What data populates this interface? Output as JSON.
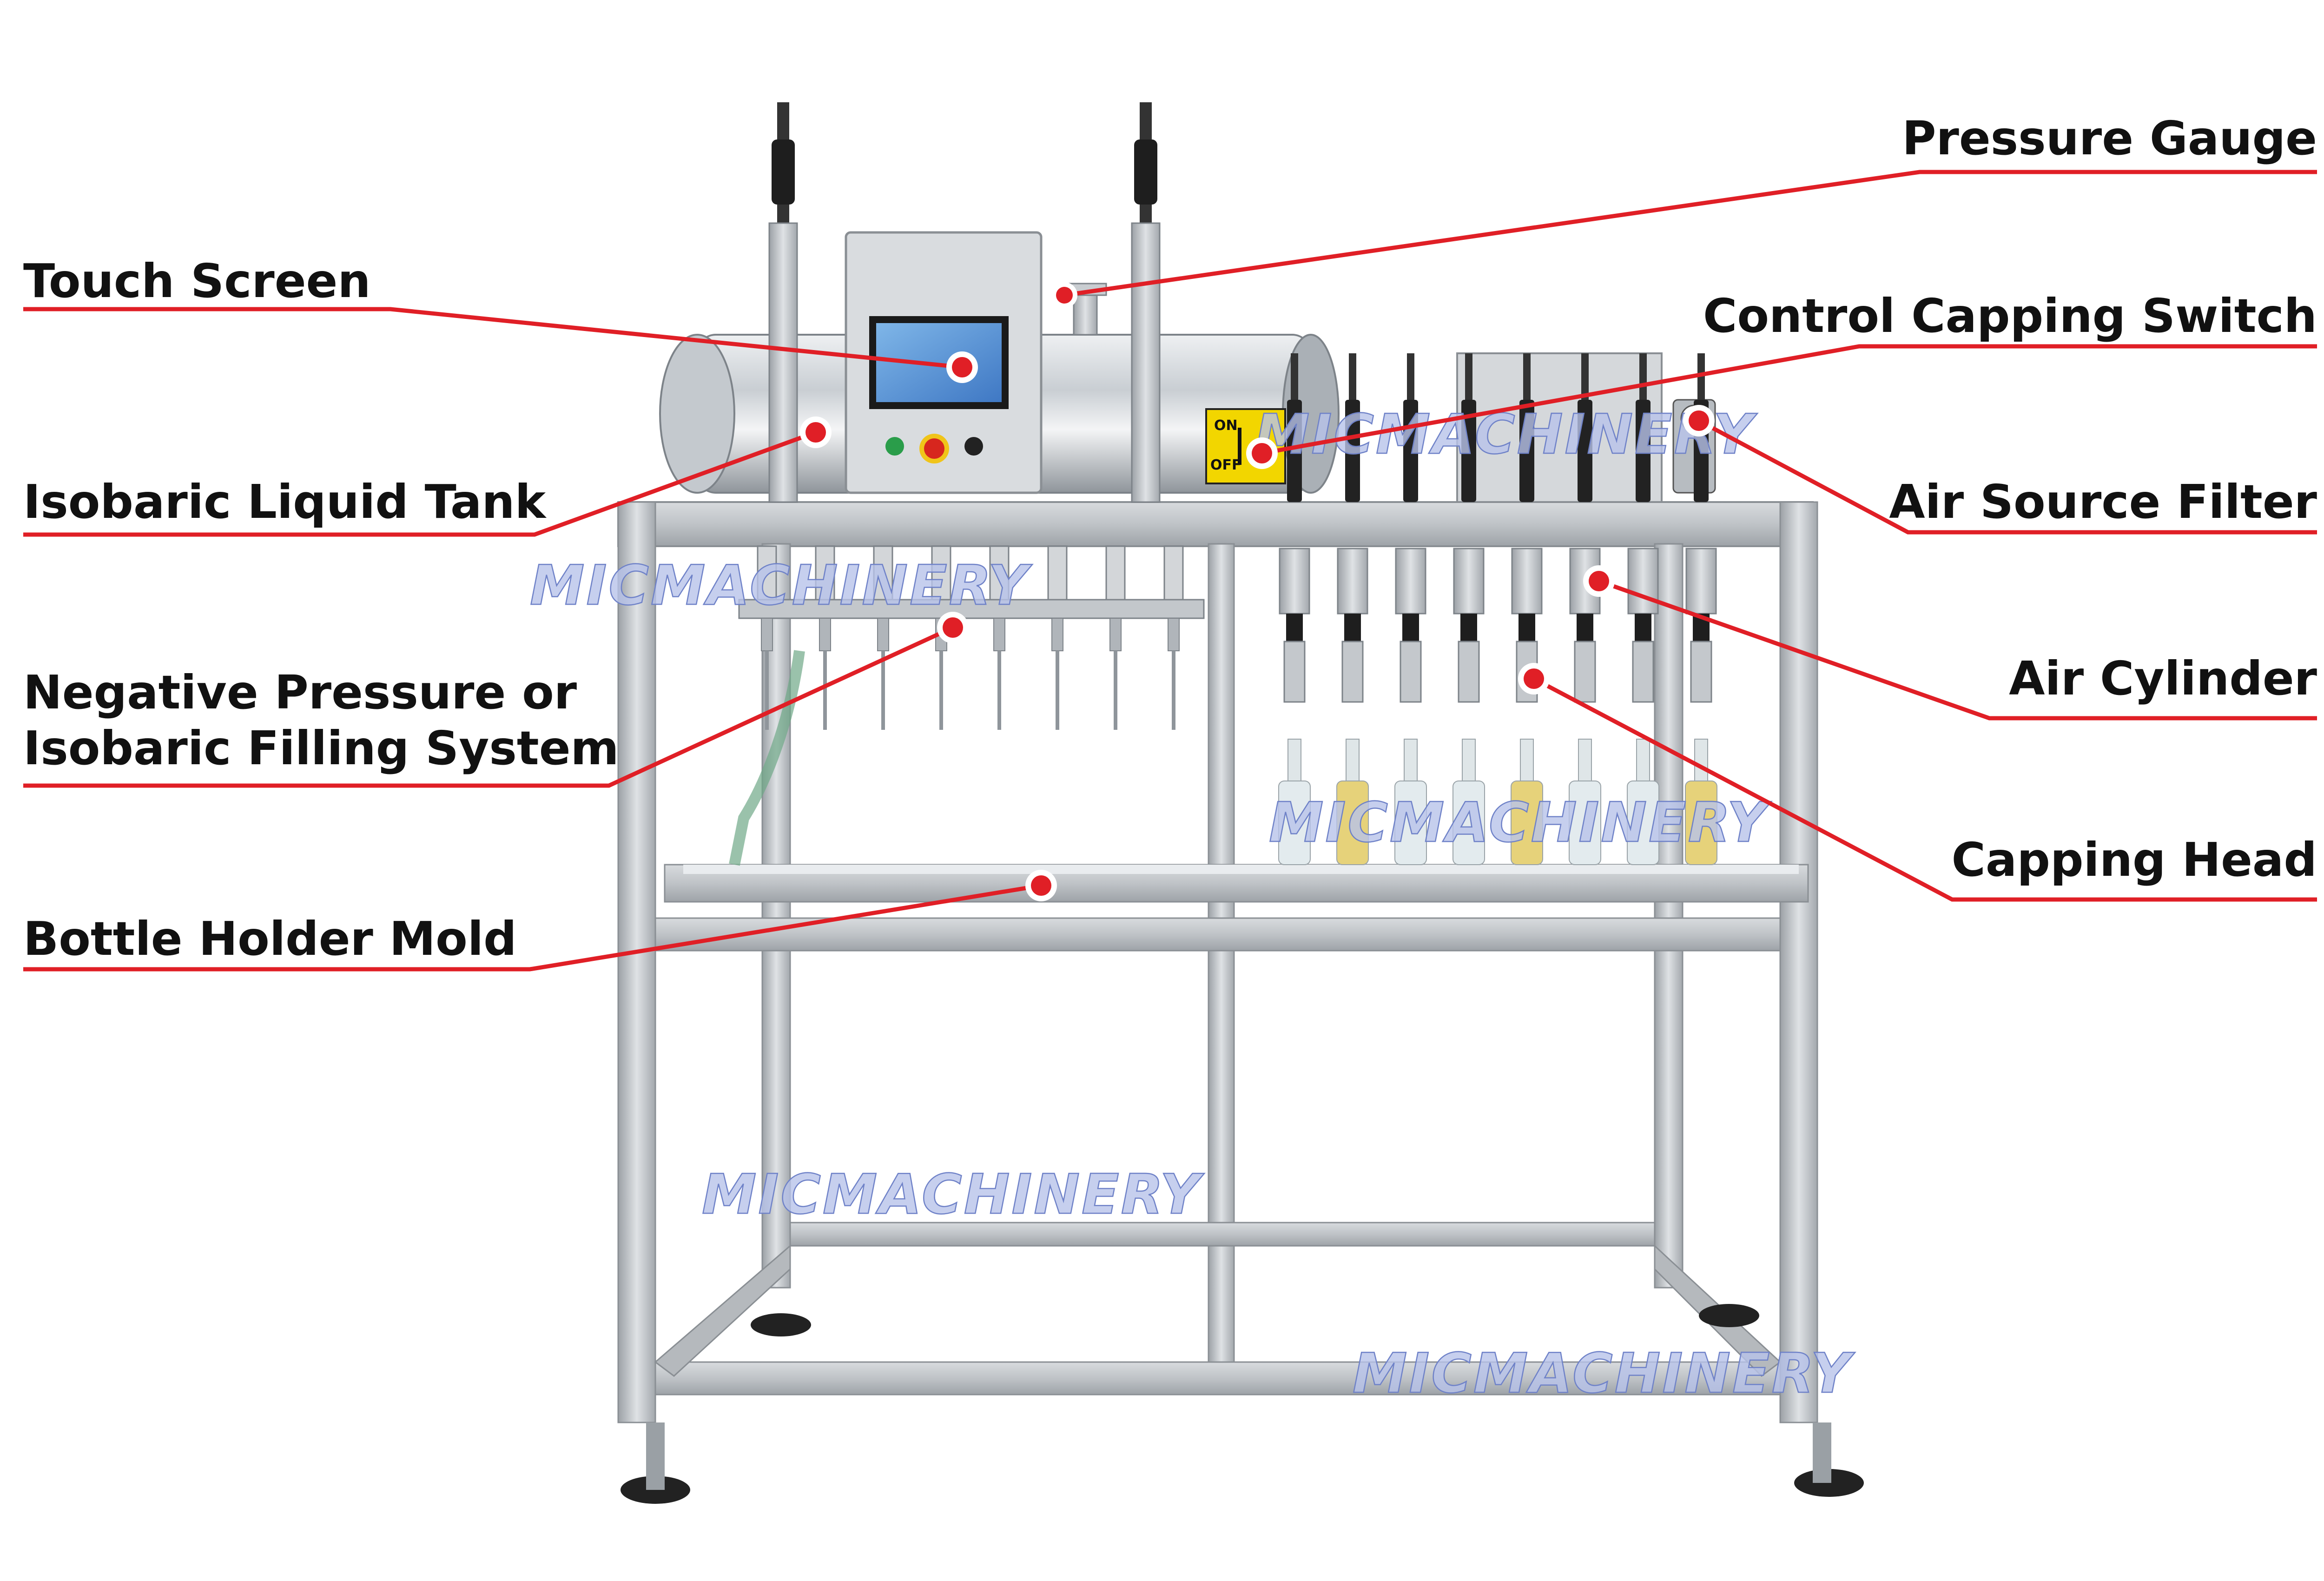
{
  "colors": {
    "accent_line": "#e01f26",
    "marker": "#e01f26",
    "text": "#111111",
    "steel": "#b9bdc1",
    "watermark": "#b8c3ea"
  },
  "labels": {
    "pressure_gauge": "Pressure Gauge",
    "touch_screen": "Touch Screen",
    "control_capping_switch": "Control Capping Switch",
    "isobaric_liquid_tank": "Isobaric Liquid Tank",
    "air_source_filter": "Air Source Filter",
    "air_cylinder": "Air Cylinder",
    "negative_pressure_line1": "Negative Pressure or",
    "negative_pressure_line2": "Isobaric Filling System",
    "capping_head": "Capping Head",
    "bottle_holder_mold": "Bottle Holder Mold"
  },
  "switch_panel": {
    "on": "ON",
    "off": "OFF"
  },
  "watermark": "MICMACHINERY"
}
